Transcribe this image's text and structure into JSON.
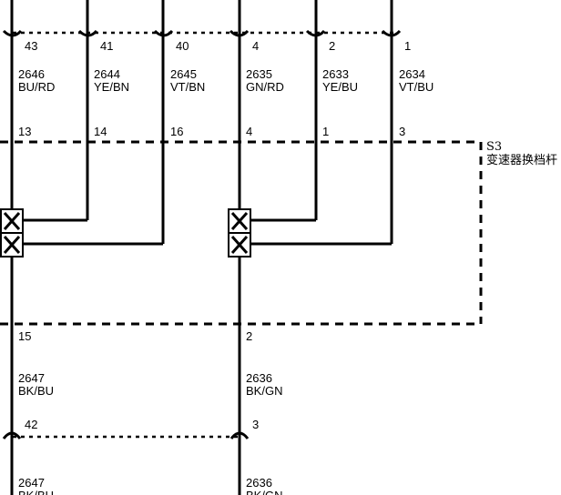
{
  "top_connector": {
    "pins": [
      "43",
      "41",
      "40",
      "4",
      "2",
      "1"
    ]
  },
  "upper_wires": [
    {
      "circuit": "2646",
      "color": "BU/RD"
    },
    {
      "circuit": "2644",
      "color": "YE/BN"
    },
    {
      "circuit": "2645",
      "color": "VT/BN"
    },
    {
      "circuit": "2635",
      "color": "GN/RD"
    },
    {
      "circuit": "2633",
      "color": "YE/BU"
    },
    {
      "circuit": "2634",
      "color": "VT/BU"
    }
  ],
  "component": {
    "id": "S3",
    "name": "变速器换档杆",
    "pins_top": [
      "13",
      "14",
      "16",
      "4",
      "1",
      "3"
    ],
    "pins_bottom": [
      "15",
      "2"
    ]
  },
  "lower_wires": [
    {
      "circuit": "2647",
      "color": "BK/BU"
    },
    {
      "circuit": "2636",
      "color": "BK/GN"
    }
  ],
  "bottom_connector": {
    "pins": [
      "42",
      "3"
    ]
  },
  "bottom_wires": [
    {
      "circuit": "2647",
      "color": "BK/BU"
    },
    {
      "circuit": "2636",
      "color": "BK/GN"
    }
  ]
}
